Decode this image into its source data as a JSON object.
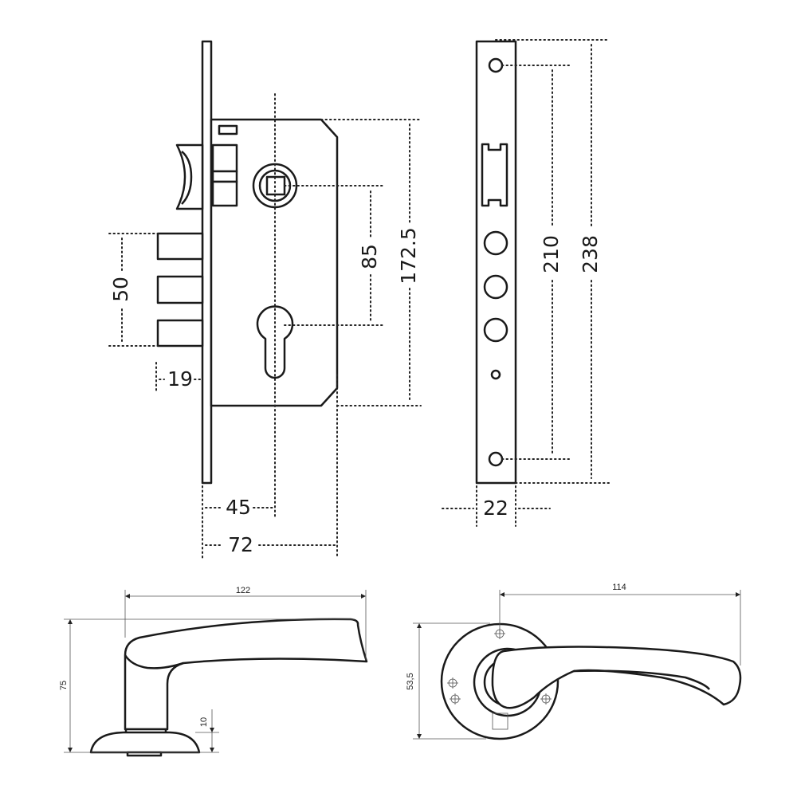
{
  "lock_side_view": {
    "dim_bolt_spacing": "50",
    "dim_bolt_projection": "19",
    "dim_backset": "45",
    "dim_body_depth": "72",
    "dim_center_distance": "85",
    "dim_body_height": "172.5"
  },
  "lock_front_view": {
    "dim_faceplate_width": "22",
    "dim_hole_spacing": "210",
    "dim_faceplate_length": "238"
  },
  "handle_side_view": {
    "dim_length": "122",
    "dim_height": "75",
    "dim_rosette_height": "10"
  },
  "handle_front_view": {
    "dim_length": "114",
    "dim_rosette_diameter": "53,5"
  }
}
